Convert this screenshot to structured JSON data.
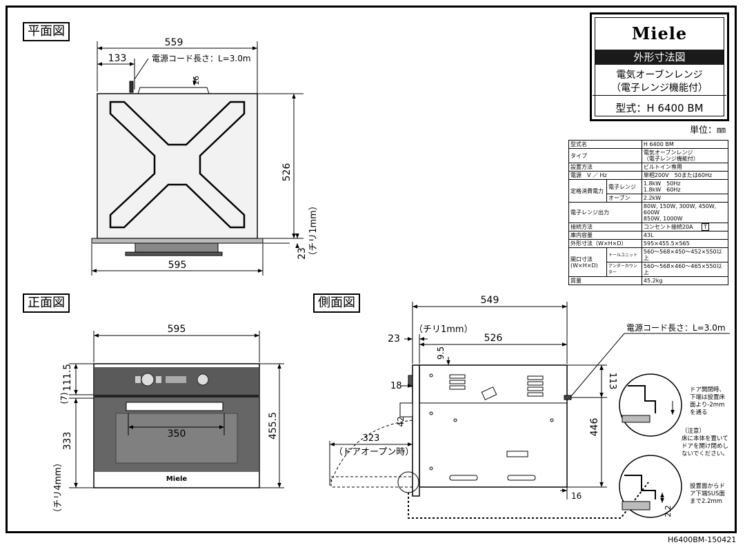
{
  "title_block": {
    "brand": "Miele",
    "drawing_type": "外形寸法図",
    "product_line1": "電気オーブンレンジ",
    "product_line2": "（電子レンジ機能付）",
    "model": "型式：H 6400 BM"
  },
  "unit": "単位：㎜",
  "doc_id": "H6400BM-150421",
  "sections": {
    "top": "平面図",
    "front": "正面図",
    "side": "側面図"
  },
  "spec_table": {
    "model_name": {
      "label": "型式名",
      "value": "H 6400 BM"
    },
    "type": {
      "label": "タイプ",
      "value1": "電気オーブンレンジ",
      "value2": "（電子レンジ機能付）"
    },
    "install": {
      "label": "設置方法",
      "value": "ビルトイン専用"
    },
    "power": {
      "label": "電源　V ／ Hz",
      "value": "単相200V　50または60Hz"
    },
    "consumption": {
      "label": "定格消費電力",
      "mw_label": "電子レンジ",
      "mw_value1": "1.8kW　50Hz",
      "mw_value2": "1.8kW　60Hz",
      "oven_label": "オーブン",
      "oven_value": "2.2kW"
    },
    "mw_output": {
      "label": "電子レンジ出力",
      "value1": "80W, 150W, 300W, 450W, 600W",
      "value2": "850W, 1000W"
    },
    "connection": {
      "label": "接続方法",
      "value": "コンセント接続20A",
      "mark": "T"
    },
    "capacity": {
      "label": "庫内容量",
      "value": "43L"
    },
    "outer_dims": {
      "label": "外形寸法（W×H×D）",
      "value": "595×455.5×565"
    },
    "opening": {
      "label1": "開口寸法",
      "label2": "(W×H×D)",
      "tall_label": "トールユニット",
      "tall_value": "560〜568×450〜452×550以上",
      "under_label": "アンダーカウンター",
      "under_value": "560〜568×460〜465×550以上"
    },
    "weight": {
      "label": "質量",
      "value": "45.2kg"
    }
  },
  "top_view": {
    "dim_width": "559",
    "dim_offset": "133",
    "cord_label": "電源コード長さ：L=3.0m",
    "dim_16": "16",
    "dim_depth": "526",
    "dim_23": "23",
    "chiri": "（チリ1mm）",
    "dim_front_width": "595"
  },
  "front_view": {
    "dim_width": "595",
    "dim_111": "111.5",
    "dim_7": "(7)",
    "dim_333": "333",
    "dim_350": "350",
    "dim_height": "455.5",
    "chiri": "（チリ4mm）",
    "logo": "Miele"
  },
  "side_view": {
    "dim_549": "549",
    "dim_23": "23",
    "chiri": "（チリ1mm）",
    "dim_526": "526",
    "cord_label": "電源コード長さ：L=3.0m",
    "dim_95": "9.5",
    "dim_113": "113",
    "dim_18": "18",
    "dim_42": "42",
    "dim_323": "323",
    "door_open": "（ドアオープン時）",
    "dim_446": "446",
    "dim_16": "16",
    "dim_22": "2.2",
    "note_door1": "ドア開閉時、",
    "note_door2": "下端は設置床",
    "note_door3": "面より-2mm",
    "note_door4": "を通る",
    "caution1": "（注意）",
    "caution2": "床に本体を置いて",
    "caution3": "ドアを開け閉めし",
    "caution4": "ないでください。",
    "note_floor1": "設置面からド",
    "note_floor2": "ア下端SUS面",
    "note_floor3": "まで2.2mm"
  }
}
